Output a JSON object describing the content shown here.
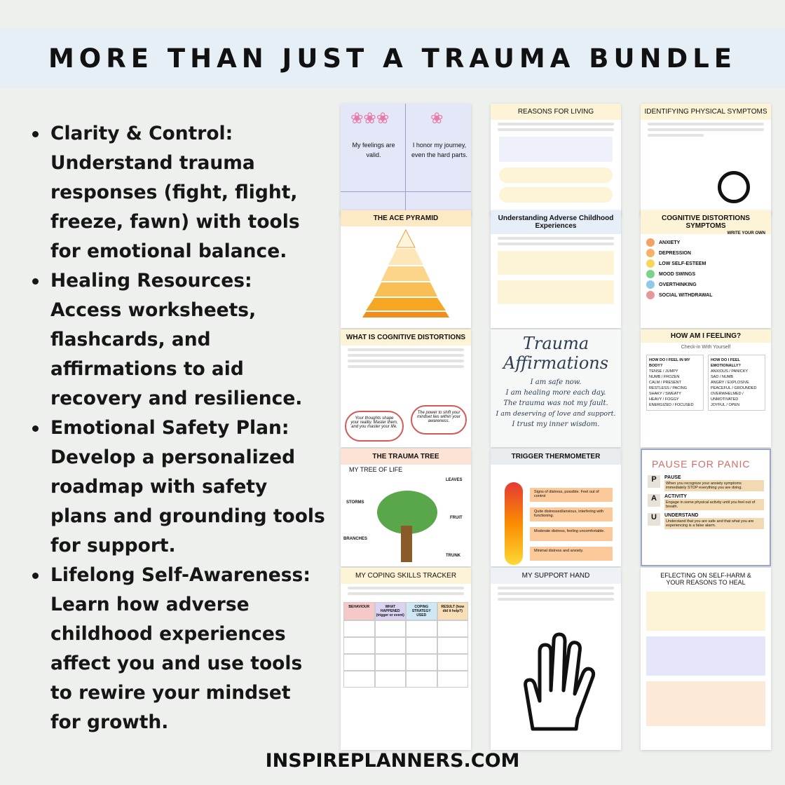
{
  "header": {
    "title": "MORE THAN JUST A TRAUMA BUNDLE"
  },
  "bullets": [
    {
      "label": "Clarity & Control:",
      "text": "Understand trauma responses (fight, flight, freeze, fawn) with tools for emotional balance."
    },
    {
      "label": "Healing Resources:",
      "text": "Access worksheets, flashcards, and affirmations to aid recovery and resilience."
    },
    {
      "label": "Emotional Safety Plan:",
      "text": "Develop a personalized roadmap with safety plans and grounding tools for support."
    },
    {
      "label": "Lifelong Self-Awareness:",
      "text": "Learn how adverse childhood experiences affect you and use tools to rewire your mindset for growth."
    }
  ],
  "footer": {
    "site": "INSPIREPLANNERS.COM"
  },
  "cards": {
    "flash": {
      "left": "My feelings are valid.",
      "right": "I honor my journey, even the hard parts."
    },
    "reasons": {
      "title": "REASONS FOR LIVING"
    },
    "physical": {
      "title": "IDENTIFYING PHYSICAL SYMPTOMS"
    },
    "ace": {
      "title": "THE ACE PYRAMID"
    },
    "adverse": {
      "title": "Understanding Adverse Childhood Experiences"
    },
    "cogsym": {
      "title": "COGNITIVE DISTORTIONS SYMPTOMS",
      "own": "WRITE YOUR OWN",
      "items": [
        "ANXIETY",
        "DEPRESSION",
        "LOW SELF-ESTEEM",
        "MOOD SWINGS",
        "OVERTHINKING",
        "SOCIAL WITHDRAWAL"
      ],
      "colors": [
        "#f4a261",
        "#f7b267",
        "#f6d55c",
        "#7bd389",
        "#8ecae6",
        "#e5989b"
      ]
    },
    "whatcog": {
      "title": "WHAT IS COGNITIVE DISTORTIONS",
      "cloud1": "Your thoughts shape your reality. Master them, and you master your life.",
      "cloud2": "The power to shift your mindset lies within your awareness."
    },
    "affirm": {
      "title1": "Trauma",
      "title2": "Affirmations",
      "lines": [
        "I am safe now.",
        "I am healing more each day.",
        "The trauma was not my fault.",
        "I am deserving of love and support.",
        "I trust my inner wisdom."
      ]
    },
    "feeling": {
      "title": "HOW AM I FEELING?",
      "sub": "Check-in With Yourself",
      "q1": "HOW DO I FEEL IN MY BODY?",
      "q2": "HOW DO I FEEL EMOTIONALLY?",
      "body": [
        "TENSE / JUMPY",
        "NUMB / FROZEN",
        "CALM / PRESENT",
        "RESTLESS / PACING",
        "SHAKY / SWEATY",
        "HEAVY / FOGGY",
        "ENERGIZED / FOCUSED"
      ],
      "emo": [
        "ANXIOUS / PANICKY",
        "SAD / NUMB",
        "ANGRY / EXPLOSIVE",
        "PEACEFUL / GROUNDED",
        "OVERWHELMED / UNMOTIVATED",
        "JOYFUL / OPEN"
      ]
    },
    "tree": {
      "title": "THE TRAUMA TREE",
      "sub": "MY TREE OF LIFE",
      "labels": [
        "STORMS",
        "BRANCHES",
        "LEAVES",
        "FRUIT",
        "TRUNK"
      ]
    },
    "thermo": {
      "title": "TRIGGER THERMOMETER",
      "levels": [
        "Signs of distress, possible. Feel out of control",
        "Quite distressed/anxious, interfering with functioning.",
        "Moderate distress, feeling uncomfortable.",
        "Minimal distress and anxiety."
      ]
    },
    "panic": {
      "title": "PAUSE FOR PANIC",
      "steps": [
        {
          "letter": "P",
          "head": "PAUSE",
          "text": "When you recognize your anxiety symptoms immediately STOP everything you are doing."
        },
        {
          "letter": "A",
          "head": "ACTIVITY",
          "text": "Engage in some physical activity until you feel out of breath."
        },
        {
          "letter": "U",
          "head": "UNDERSTAND",
          "text": "Understand that you are safe and that what you are experiencing is a false alarm."
        }
      ]
    },
    "coping": {
      "title": "MY COPING SKILLS TRACKER",
      "cols": [
        "BEHAVIOUR",
        "WHAT HAPPENED (trigger or event)",
        "COPING STRATEGY USED",
        "RESULT (how did it help?)"
      ]
    },
    "hand": {
      "title": "MY SUPPORT HAND"
    },
    "selfharm": {
      "title1": "EFLECTING ON SELF-HARM &",
      "title2": "YOUR REASONS TO HEAL"
    }
  }
}
